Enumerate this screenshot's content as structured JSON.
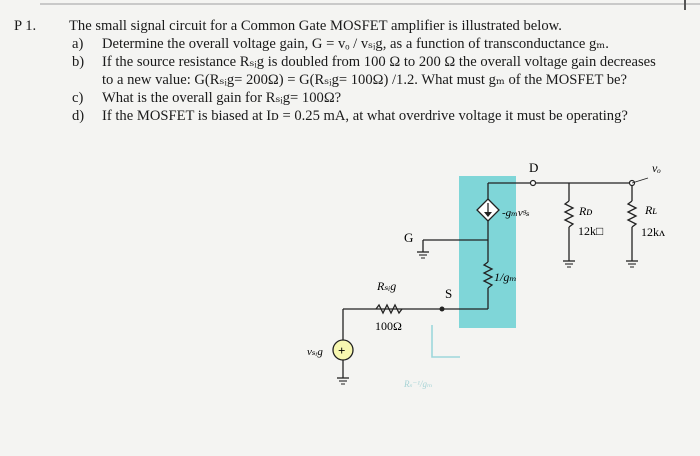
{
  "problem": {
    "number": "P 1.",
    "intro": "The small signal circuit for a Common Gate MOSFET amplifier is illustrated below.",
    "items": [
      {
        "label": "a)",
        "text": "Determine the overall voltage gain, G = vₒ / vₛᵢg, as a function of transconductance gₘ."
      },
      {
        "label": "b)",
        "text": "If the source resistance Rₛᵢg is doubled from 100 Ω to 200 Ω the overall voltage gain decreases",
        "text2": "to a new value: G(Rₛᵢg= 200Ω) = G(Rₛᵢg= 100Ω) /1.2. What must gₘ of the MOSFET be?"
      },
      {
        "label": "c)",
        "text": "What is the overall gain for Rₛᵢg= 100Ω?"
      },
      {
        "label": "d)",
        "text": "If the MOSFET is biased at Iᴅ = 0.25 mA, at what overdrive voltage it must be operating?"
      }
    ]
  },
  "circuit": {
    "node_D": "D",
    "node_G": "G",
    "node_S": "S",
    "vo_label": "vₒ",
    "vsig_label": "vₛᵢg",
    "source_plus": "+",
    "current_source_label": "-gₘvᵍₛ",
    "inv_gm_label": "1/gₘ",
    "rsig_label": "Rₛᵢg",
    "rsig_value": "100Ω",
    "rd_label": "Rᴅ",
    "rd_value": "12k□",
    "rl_label": "Rʟ",
    "rl_value": "12kʌ",
    "handwritten_note": "Rₛ⁻¹/gₘ",
    "highlight_color": "#7fd6d8"
  }
}
